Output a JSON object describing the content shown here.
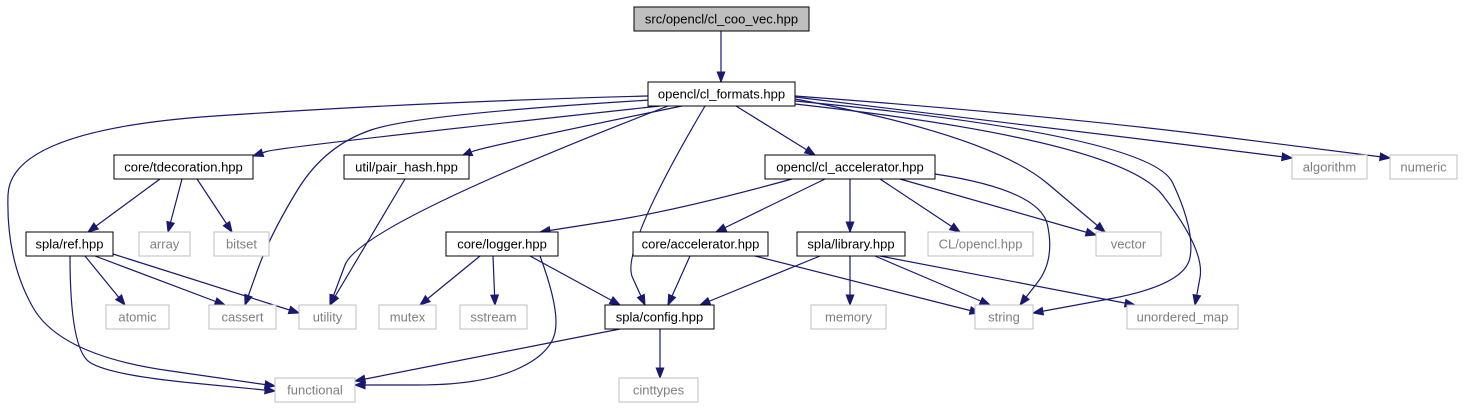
{
  "colors": {
    "edge": "#191970",
    "root_fill": "#bfbfbf",
    "root_border": "#000000",
    "local_border": "#000000",
    "external_border": "#bfbfbf",
    "external_text": "#7f7f7f",
    "text": "#000000"
  },
  "nodes": [
    {
      "id": "root",
      "label": "src/opencl/cl_coo_vec.hpp",
      "kind": "root"
    },
    {
      "id": "formats",
      "label": "opencl/cl_formats.hpp",
      "kind": "local"
    },
    {
      "id": "tdecoration",
      "label": "core/tdecoration.hpp",
      "kind": "local"
    },
    {
      "id": "pair_hash",
      "label": "util/pair_hash.hpp",
      "kind": "local"
    },
    {
      "id": "accelerator",
      "label": "opencl/cl_accelerator.hpp",
      "kind": "local"
    },
    {
      "id": "algorithm",
      "label": "algorithm",
      "kind": "external"
    },
    {
      "id": "numeric",
      "label": "numeric",
      "kind": "external"
    },
    {
      "id": "ref",
      "label": "spla/ref.hpp",
      "kind": "local"
    },
    {
      "id": "array",
      "label": "array",
      "kind": "external"
    },
    {
      "id": "bitset",
      "label": "bitset",
      "kind": "external"
    },
    {
      "id": "logger",
      "label": "core/logger.hpp",
      "kind": "local"
    },
    {
      "id": "coreacc",
      "label": "core/accelerator.hpp",
      "kind": "local"
    },
    {
      "id": "library",
      "label": "spla/library.hpp",
      "kind": "local"
    },
    {
      "id": "clopencl",
      "label": "CL/opencl.hpp",
      "kind": "external"
    },
    {
      "id": "vector",
      "label": "vector",
      "kind": "external"
    },
    {
      "id": "atomic",
      "label": "atomic",
      "kind": "external"
    },
    {
      "id": "cassert",
      "label": "cassert",
      "kind": "external"
    },
    {
      "id": "utility",
      "label": "utility",
      "kind": "external"
    },
    {
      "id": "mutex",
      "label": "mutex",
      "kind": "external"
    },
    {
      "id": "sstream",
      "label": "sstream",
      "kind": "external"
    },
    {
      "id": "config",
      "label": "spla/config.hpp",
      "kind": "local"
    },
    {
      "id": "memory",
      "label": "memory",
      "kind": "external"
    },
    {
      "id": "string",
      "label": "string",
      "kind": "external"
    },
    {
      "id": "unordered_map",
      "label": "unordered_map",
      "kind": "external"
    },
    {
      "id": "functional",
      "label": "functional",
      "kind": "external"
    },
    {
      "id": "cinttypes",
      "label": "cinttypes",
      "kind": "external"
    }
  ],
  "edges": [
    {
      "from": "root",
      "to": "formats"
    },
    {
      "from": "formats",
      "to": "tdecoration"
    },
    {
      "from": "formats",
      "to": "pair_hash"
    },
    {
      "from": "formats",
      "to": "accelerator"
    },
    {
      "from": "formats",
      "to": "algorithm"
    },
    {
      "from": "formats",
      "to": "numeric"
    },
    {
      "from": "formats",
      "to": "functional"
    },
    {
      "from": "formats",
      "to": "cassert"
    },
    {
      "from": "formats",
      "to": "utility"
    },
    {
      "from": "formats",
      "to": "config"
    },
    {
      "from": "formats",
      "to": "vector"
    },
    {
      "from": "formats",
      "to": "string"
    },
    {
      "from": "formats",
      "to": "unordered_map"
    },
    {
      "from": "tdecoration",
      "to": "ref"
    },
    {
      "from": "tdecoration",
      "to": "array"
    },
    {
      "from": "tdecoration",
      "to": "bitset"
    },
    {
      "from": "pair_hash",
      "to": "utility"
    },
    {
      "from": "accelerator",
      "to": "logger"
    },
    {
      "from": "accelerator",
      "to": "coreacc"
    },
    {
      "from": "accelerator",
      "to": "library"
    },
    {
      "from": "accelerator",
      "to": "clopencl"
    },
    {
      "from": "accelerator",
      "to": "vector"
    },
    {
      "from": "accelerator",
      "to": "string"
    },
    {
      "from": "ref",
      "to": "atomic"
    },
    {
      "from": "ref",
      "to": "cassert"
    },
    {
      "from": "ref",
      "to": "utility"
    },
    {
      "from": "ref",
      "to": "functional"
    },
    {
      "from": "logger",
      "to": "mutex"
    },
    {
      "from": "logger",
      "to": "sstream"
    },
    {
      "from": "logger",
      "to": "config"
    },
    {
      "from": "logger",
      "to": "functional"
    },
    {
      "from": "coreacc",
      "to": "config"
    },
    {
      "from": "coreacc",
      "to": "string"
    },
    {
      "from": "library",
      "to": "config"
    },
    {
      "from": "library",
      "to": "memory"
    },
    {
      "from": "library",
      "to": "string"
    },
    {
      "from": "library",
      "to": "unordered_map"
    },
    {
      "from": "config",
      "to": "functional"
    },
    {
      "from": "config",
      "to": "cinttypes"
    }
  ]
}
